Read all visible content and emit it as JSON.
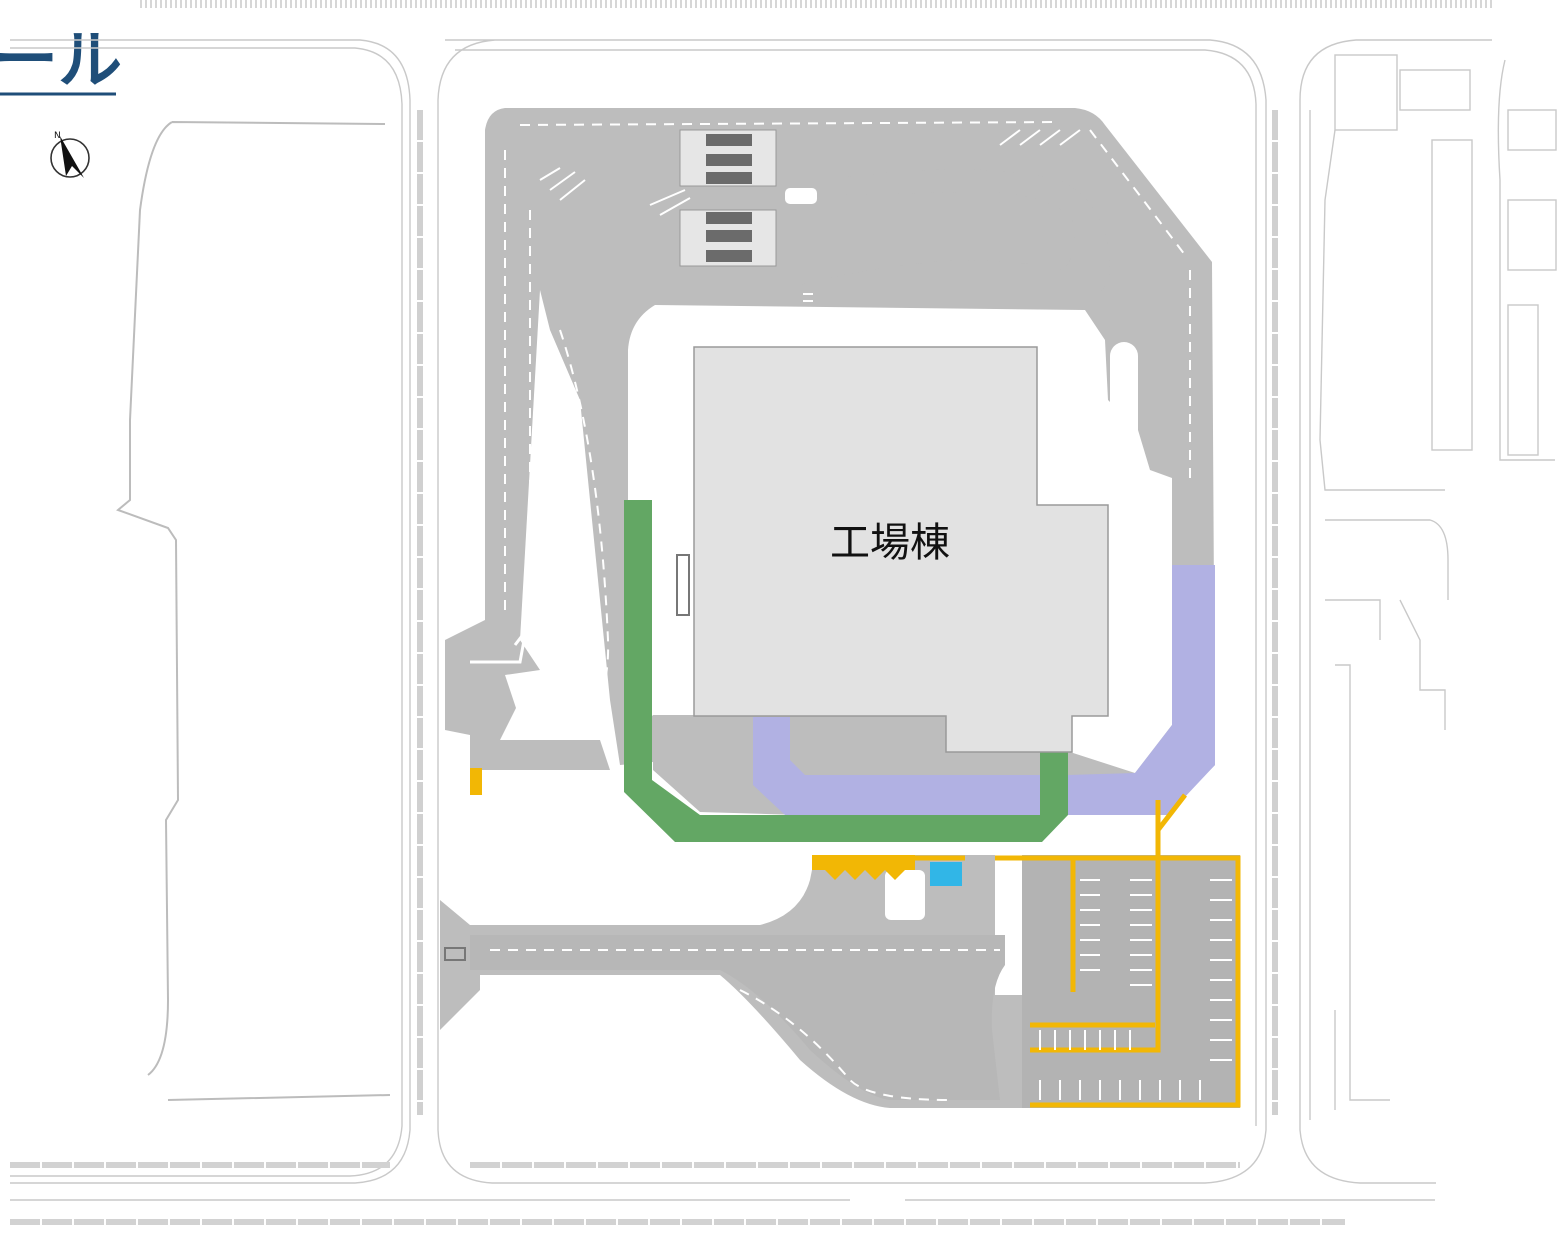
{
  "title": {
    "text": "ール",
    "color": "#1f4e79"
  },
  "compass": {
    "label": "N"
  },
  "building": {
    "label": "工場棟"
  },
  "colors": {
    "road": "#bdbdbd",
    "building": "#e2e2e2",
    "zone_green": "#63a764",
    "zone_purple": "#b1b1e3",
    "parking_lines": "#f2b705",
    "accent_blue": "#31b6e7",
    "title": "#1f4e79"
  }
}
